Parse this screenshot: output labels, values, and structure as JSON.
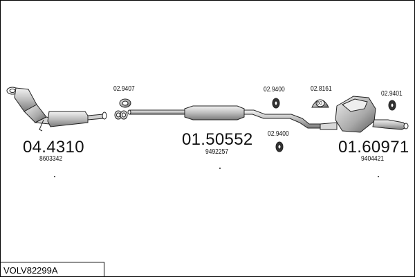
{
  "diagram_code": "VOLV82299A",
  "parts": {
    "catalyst": {
      "part_number": "04.4310",
      "oe_number": "8603342"
    },
    "center_pipe": {
      "part_number": "01.50552",
      "oe_number": "9492257"
    },
    "rear_silencer": {
      "part_number": "01.60971",
      "oe_number": "9404421"
    }
  },
  "fittings": {
    "f1": "02.9407",
    "f2": "02.9400",
    "f3": "02.9400",
    "f4": "02.8161",
    "f5": "02.9401"
  },
  "gasket_label": "60"
}
